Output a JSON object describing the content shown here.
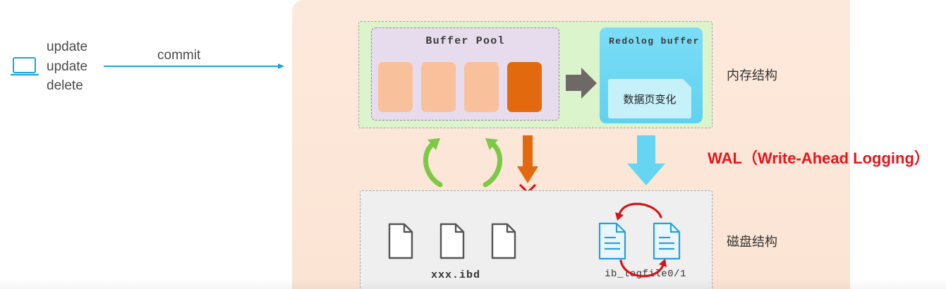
{
  "client": {
    "icon": "laptop-icon",
    "statements": [
      "update",
      "update",
      "delete"
    ],
    "commit_label": "commit"
  },
  "memory": {
    "label": "内存结构",
    "buffer_pool": {
      "title": "Buffer Pool",
      "page_colors": [
        "#f8c19c",
        "#f8c19c",
        "#f8c19c",
        "#e2690e"
      ]
    },
    "transfer_icon": "arrow-right-icon",
    "redolog_buffer": {
      "title": "Redolog buffer",
      "entry": "数据页变化"
    }
  },
  "wal_label": "WAL（Write-Ahead Logging）",
  "flows": {
    "page_sync_icons": [
      "cycle-arrow-left-icon",
      "cycle-arrow-right-icon"
    ],
    "dirty_flush_icon": "arrow-down-icon",
    "dirty_flush_blocked_icon": "cross-icon",
    "redo_flush_icon": "arrow-down-icon"
  },
  "disk": {
    "label": "磁盘结构",
    "data_files": {
      "icons": [
        "file-icon",
        "file-icon",
        "file-icon"
      ],
      "label": "xxx.ibd"
    },
    "log_files": {
      "icons": [
        "log-file-icon",
        "log-file-icon"
      ],
      "cycle_icon": "circular-arrows-icon",
      "label": "ib_logfile0/1"
    }
  },
  "colors": {
    "client_blue": "#1ea4dc",
    "transfer_gray": "#6e6867",
    "redo_cyan": "#66d5f2",
    "wal_red": "#e3171e",
    "sync_green": "#7cc947",
    "flush_orange": "#e2690e",
    "cross_red": "#e3121c",
    "log_cycle_red": "#d4161b",
    "log_file_blue": "#2aa0d8",
    "file_outline": "#555555"
  }
}
